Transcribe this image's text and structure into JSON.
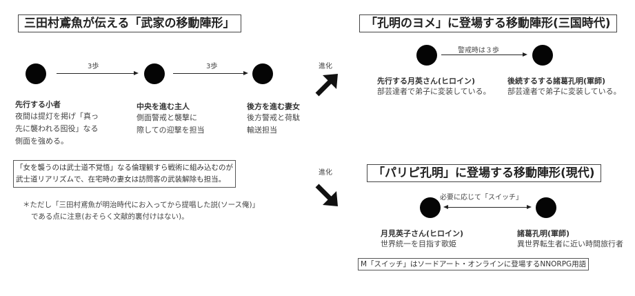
{
  "colors": {
    "node": "#050505",
    "text": "#333333",
    "arrow": "#111111"
  },
  "left_panel": {
    "title": "三田村鳶魚が伝える「武家の移動陣形」",
    "step_label_1": "3歩",
    "step_label_2": "3歩",
    "nodes": [
      {
        "name": "先行する小者",
        "desc_lines": [
          "夜間は提灯を掲げ「真っ",
          "先に襲われる囮役」なる",
          "側面を強める。"
        ]
      },
      {
        "name": "中央を進む主人",
        "desc_lines": [
          "側面警戒と襲撃に",
          "際しての迎撃を担当"
        ]
      },
      {
        "name": "後方を進む妻女",
        "desc_lines": [
          "後方警戒と荷駄",
          "輸送担当"
        ]
      }
    ],
    "note_box_lines": [
      "「女を襲うのは武士道不覚悟」なる倫理観すら戦術に組み込むのが",
      "武士道リアリズムで、在宅時の妻女は訪問客の武装解除も担当。"
    ],
    "footnote_lines": [
      "＊ただし「三田村鳶魚が明治時代にお入ってから提唱した説(ソース俺)」",
      "である点に注意(おそらく文献的裏付けはない)。"
    ]
  },
  "evolution": {
    "top_label": "進化",
    "bottom_label": "進化"
  },
  "top_right_panel": {
    "title": "「孔明のヨメ」に登場する移動陣形(三国時代)",
    "arrow_label": "警戒時は３歩",
    "nodes": [
      {
        "name": "先行する月英さん(ヒロイン)",
        "desc": "部芸達者で弟子に変装している。"
      },
      {
        "name": "後続するする諸葛孔明(軍師)",
        "desc": "部芸達者で弟子に変装している。"
      }
    ]
  },
  "bottom_right_panel": {
    "title": "「パリピ孔明」に登場する移動陣形(現代)",
    "arrow_label": "必要に応じて「スイッチ」",
    "nodes": [
      {
        "name": "月見英子さん(ヒロイン)",
        "desc": "世界統一を目指す歌姫"
      },
      {
        "name": "諸葛孔明(軍師)",
        "desc": "異世界転生者に近い時間旅行者"
      }
    ],
    "note": "M「スイッチ」はソードアート・オンラインに登場するNNORPG用語"
  }
}
